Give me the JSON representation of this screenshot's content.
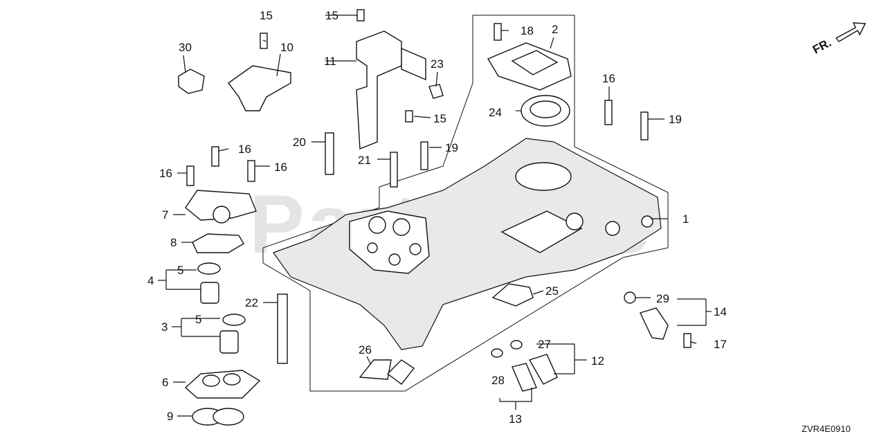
{
  "diagram_code": "ZVR4E0910",
  "direction_label": "FR.",
  "watermark": "PartsTree",
  "labels": {
    "l1": "1",
    "l2": "2",
    "l3": "3",
    "l4": "4",
    "l5a": "5",
    "l5b": "5",
    "l6": "6",
    "l7": "7",
    "l8": "8",
    "l9": "9",
    "l10": "10",
    "l11": "11",
    "l12": "12",
    "l13": "13",
    "l14": "14",
    "l15a": "15",
    "l15b": "15",
    "l15c": "15",
    "l16a": "16",
    "l16b": "16",
    "l16c": "16",
    "l16d": "16",
    "l17": "17",
    "l18": "18",
    "l19a": "19",
    "l19b": "19",
    "l20": "20",
    "l21": "21",
    "l22": "22",
    "l23": "23",
    "l24": "24",
    "l25": "25",
    "l26": "26",
    "l27": "27",
    "l28": "28",
    "l29": "29",
    "l30": "30"
  }
}
